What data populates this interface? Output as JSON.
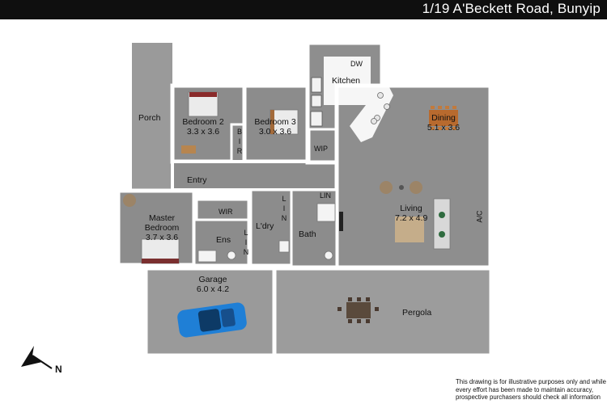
{
  "header": {
    "address": "1/19 A'Beckett Road, Bunyip"
  },
  "rooms": {
    "porch": "Porch",
    "bedroom2": {
      "name": "Bedroom 2",
      "dims": "3.3 x 3.6"
    },
    "bedroom3": {
      "name": "Bedroom 3",
      "dims": "3.0 x 3.6"
    },
    "bir": [
      "B",
      "I",
      "R"
    ],
    "kitchen": "Kitchen",
    "dw": "DW",
    "wip": "WIP",
    "dining": {
      "name": "Dining",
      "dims": "5.1 x 3.6"
    },
    "entry": "Entry",
    "master": {
      "name1": "Master",
      "name2": "Bedroom",
      "dims": "3.7 x 3.6"
    },
    "wir": "WIR",
    "ens": "Ens",
    "lin_a": [
      "L",
      "I",
      "N"
    ],
    "lin_b": [
      "L",
      "I",
      "N"
    ],
    "lin_c": "LIN",
    "laundry": "L'dry",
    "bath": "Bath",
    "living": {
      "name": "Living",
      "dims": "7.2 x 4.9"
    },
    "ac": "A/C",
    "garage": {
      "name": "Garage",
      "dims": "6.0 x 4.2"
    },
    "pergola": "Pergola"
  },
  "compass": {
    "label": "N"
  },
  "disclaimer": [
    "This drawing is for illustrative purposes only and while",
    "every effort has been made to maintain accuracy,",
    "prospective purchasers should check all information"
  ],
  "colors": {
    "header": "#0f0f0f",
    "floor": "#8e8e8e",
    "wall": "#ffffff",
    "outdoor": "#9c9c9c",
    "car": "#1f7fd6"
  }
}
